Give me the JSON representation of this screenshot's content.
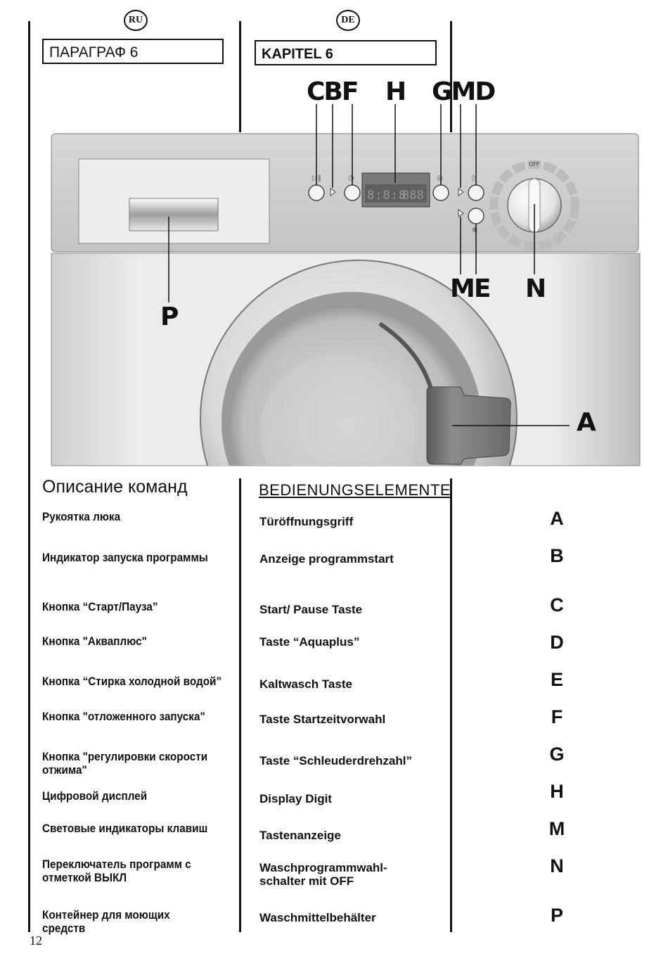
{
  "header": {
    "lang_ru": "RU",
    "lang_de": "DE",
    "chapter_ru": "ПАРАГРАФ 6",
    "chapter_de": "KAPITEL 6"
  },
  "diagram": {
    "callouts_top": [
      "CBF",
      "H",
      "GMD"
    ],
    "callouts_mid": [
      "ME",
      "N"
    ],
    "callout_p": "P",
    "callout_a": "A",
    "dial_off": "OFF"
  },
  "legend": {
    "title_ru": "Описание команд",
    "title_de": "BEDIENUNGSELEMENTE",
    "rows": [
      {
        "ru": "Рукоятка люка",
        "de": "Türöffnungsgriff",
        "letter": "A"
      },
      {
        "ru": "Индикатор запуска программы",
        "de": "Anzeige programmstart",
        "letter": "B"
      },
      {
        "ru": "Кнопка “Старт/Пауза”",
        "de": "Start/ Pause Taste",
        "letter": "C"
      },
      {
        "ru": "Кнопка \"Акваплюс\"",
        "de": "Taste “Aquaplus”",
        "letter": "D"
      },
      {
        "ru": "Кнопка  “Стирка холодной водой”",
        "de": "Kaltwasch Taste",
        "letter": "E"
      },
      {
        "ru": "Кнопка \"отложенного запуска\"",
        "de": "Taste Startzeitvorwahl",
        "letter": "F"
      },
      {
        "ru": "Кнопка \"регулировки скорости отжима\"",
        "de": "Taste “Schleuderdrehzahl”",
        "letter": "G"
      },
      {
        "ru": "Цифровой дисплей",
        "de": "Display Digit",
        "letter": "H"
      },
      {
        "ru": "Световые индикаторы клавиш",
        "de": "Tastenanzeige",
        "letter": "M"
      },
      {
        "ru": "Переключатель программ с отметкой ВЫКЛ",
        "de": "Waschprogrammwahl-schalter mit OFF",
        "letter": "N"
      },
      {
        "ru": "Контейнер для моющих средств",
        "de": "Waschmittelbehälter",
        "letter": "P"
      }
    ]
  },
  "footer": {
    "page_number": "12"
  }
}
